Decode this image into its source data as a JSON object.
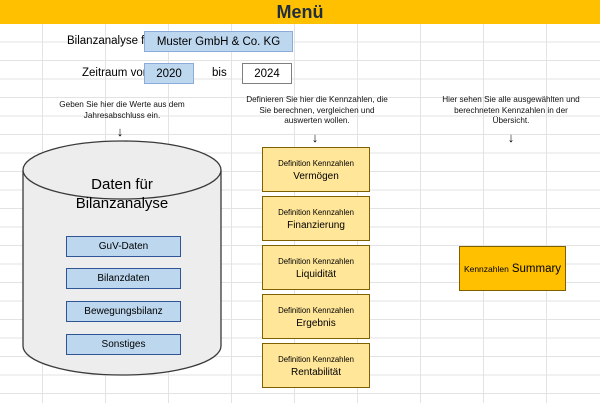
{
  "title": "Menü",
  "company": {
    "label": "Bilanzanalyse für",
    "value": "Muster GmbH & Co. KG"
  },
  "period": {
    "label": "Zeitraum von",
    "from": "2020",
    "to_label": "bis",
    "to": "2024"
  },
  "hints": {
    "left": [
      "Geben Sie hier die Werte aus dem",
      "Jahresabschluss ein."
    ],
    "middle": [
      "Definieren Sie hier die Kennzahlen, die",
      "Sie berechnen, vergleichen und",
      "auswerten wollen."
    ],
    "right": [
      "Hier sehen Sie alle ausgewählten und",
      "berechneten Kennzahlen in der",
      "Übersicht."
    ]
  },
  "arrow": "↓",
  "database": {
    "title_line1": "Daten für",
    "title_line2": "Bilanzanalyse",
    "buttons": [
      "GuV-Daten",
      "Bilanzdaten",
      "Bewegungsbilanz",
      "Sonstiges"
    ]
  },
  "definitions": {
    "prefix": "Definition Kennzahlen",
    "items": [
      "Vermögen",
      "Finanzierung",
      "Liquidität",
      "Ergebnis",
      "Rentabilität"
    ]
  },
  "summary": {
    "prefix": "Kennzahlen",
    "label": "Summary"
  },
  "colors": {
    "banner": "#ffc000",
    "data_button": "#bdd7ee",
    "definition_box": "#ffe699",
    "summary_box": "#ffc000"
  }
}
